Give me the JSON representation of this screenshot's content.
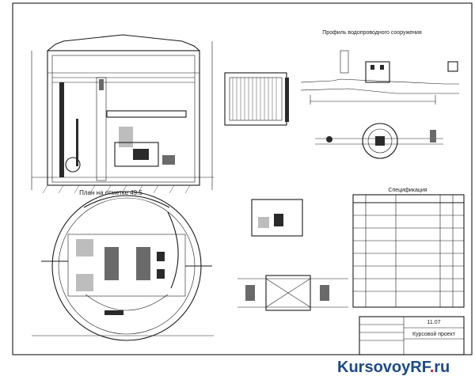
{
  "titles": {
    "plan_section": "План на отметке 49.5",
    "profile": "Профиль водопроводного сооружения",
    "specification": "Спецификация"
  },
  "title_block": {
    "code": "11.07",
    "project_type": "Курсовой проект"
  },
  "watermark": {
    "name": "KursovoyRF",
    "tld": "ru"
  },
  "colors": {
    "line": "#1a1a1a",
    "watermark_blue": "#1d4a86",
    "watermark_red": "#c9282d"
  }
}
